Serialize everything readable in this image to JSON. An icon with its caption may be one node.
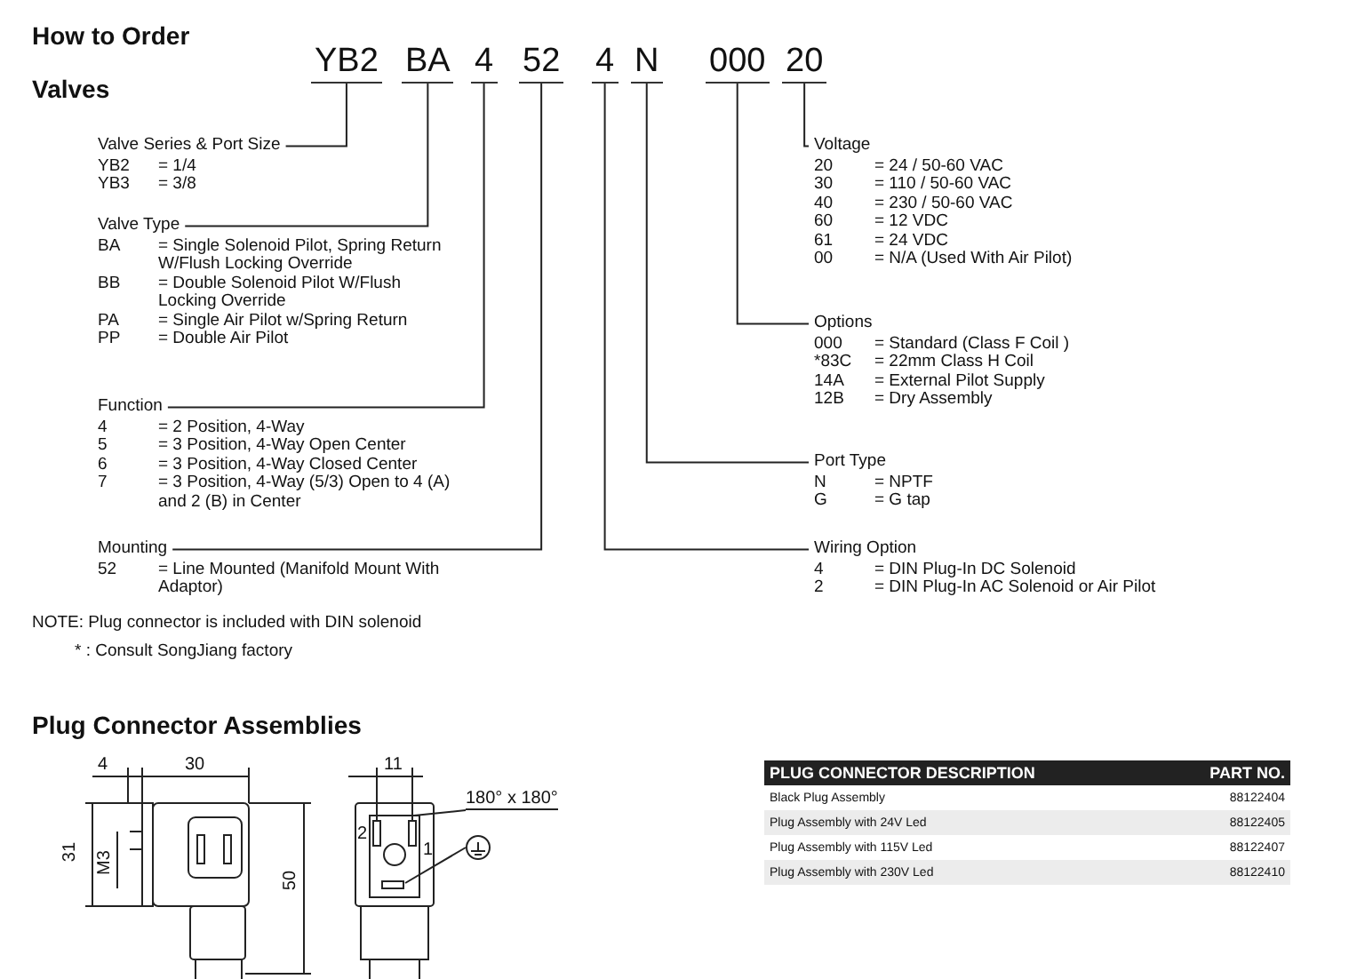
{
  "diagram": {
    "title": "How to Order",
    "nodes": [
      {
        "text": [
          "YB2"
        ]
      },
      {
        "text": [
          "BA"
        ]
      },
      {
        "text": [
          "4"
        ]
      },
      {
        "text": [
          "52"
        ]
      },
      {
        "text": [
          "4"
        ]
      },
      {
        "text": [
          "N"
        ]
      },
      {
        "text": [
          "000"
        ]
      },
      {
        "text": [
          "20"
        ]
      },
      {
        "text": [
          "Valve Series & Port Size",
          "YB2 = 1/4",
          "YB3 = 3/8"
        ]
      },
      {
        "text": [
          "Valve Type",
          "BA = Single Solenoid Pilot, Spring Return W/Flush Locking Override",
          "BB = Double Solenoid Pilot W/Flush Locking Override",
          "PA = Single Air Pilot w/Spring Return",
          "PP = Double Air Pilot"
        ]
      },
      {
        "text": [
          "Function",
          "4 = 2 Position, 4-Way",
          "5 = 3 Position, 4-Way Open Center",
          "6 = 3 Position, 4-Way Closed Center",
          "7 = 3 Position, 4-Way (5/3) Open to 4 (A) and 2 (B) in Center"
        ]
      },
      {
        "text": [
          "Mounting",
          "52 = Line Mounted (Manifold Mount With Adaptor)"
        ]
      },
      {
        "text": [
          "Voltage",
          "20 = 24 / 50-60 VAC",
          "30 = 110 / 50-60 VAC",
          "40 = 230 / 50-60 VAC",
          "60 = 12 VDC",
          "61 = 24 VDC",
          "00 = N/A (Used With Air Pilot)"
        ]
      },
      {
        "text": [
          "Options",
          "000 = Standard (Class F Coil )",
          "*83C = 22mm Class H Coil",
          "14A = External Pilot Supply",
          "12B = Dry Assembly"
        ]
      },
      {
        "text": [
          "Port Type",
          "N = NPTF",
          "G = G tap"
        ]
      },
      {
        "text": [
          "Wiring Option",
          "4 = DIN Plug-In DC Solenoid",
          "2 = DIN Plug-In AC Solenoid or Air Pilot"
        ]
      },
      {
        "text": [
          "180° x 180°"
        ]
      },
      {
        "text": [],
        "shape": "circle"
      }
    ],
    "edges": [
      {
        "from": 0,
        "to": 8,
        "arrow": "none"
      },
      {
        "from": 1,
        "to": 9,
        "arrow": "none"
      },
      {
        "from": 2,
        "to": 10,
        "arrow": "none"
      },
      {
        "from": 3,
        "to": 11,
        "arrow": "none"
      },
      {
        "from": 4,
        "to": 15,
        "arrow": "none"
      },
      {
        "from": 5,
        "to": 14,
        "arrow": "none"
      },
      {
        "from": 6,
        "to": 13,
        "arrow": "none"
      },
      {
        "from": 7,
        "to": 12,
        "arrow": "none"
      },
      {
        "from": 16,
        "to": null,
        "arrow": "none"
      },
      {
        "from": 17,
        "to": null,
        "arrow": "none"
      }
    ],
    "labels": [
      "Valves",
      "NOTE: Plug connector is included with DIN solenoid",
      "* : Consult SongJiang factory",
      "Plug Connector Assemblies",
      "4",
      "30",
      "31",
      "M3",
      "50",
      "11",
      "2",
      "1",
      "PLUG CONNECTOR DESCRIPTION",
      "PART NO.",
      "Black Plug Assembly",
      "88122404",
      "Plug Assembly with 24V Led",
      "88122405",
      "Plug Assembly with 115V Led",
      "88122407",
      "Plug Assembly with 230V Led",
      "88122410"
    ]
  }
}
